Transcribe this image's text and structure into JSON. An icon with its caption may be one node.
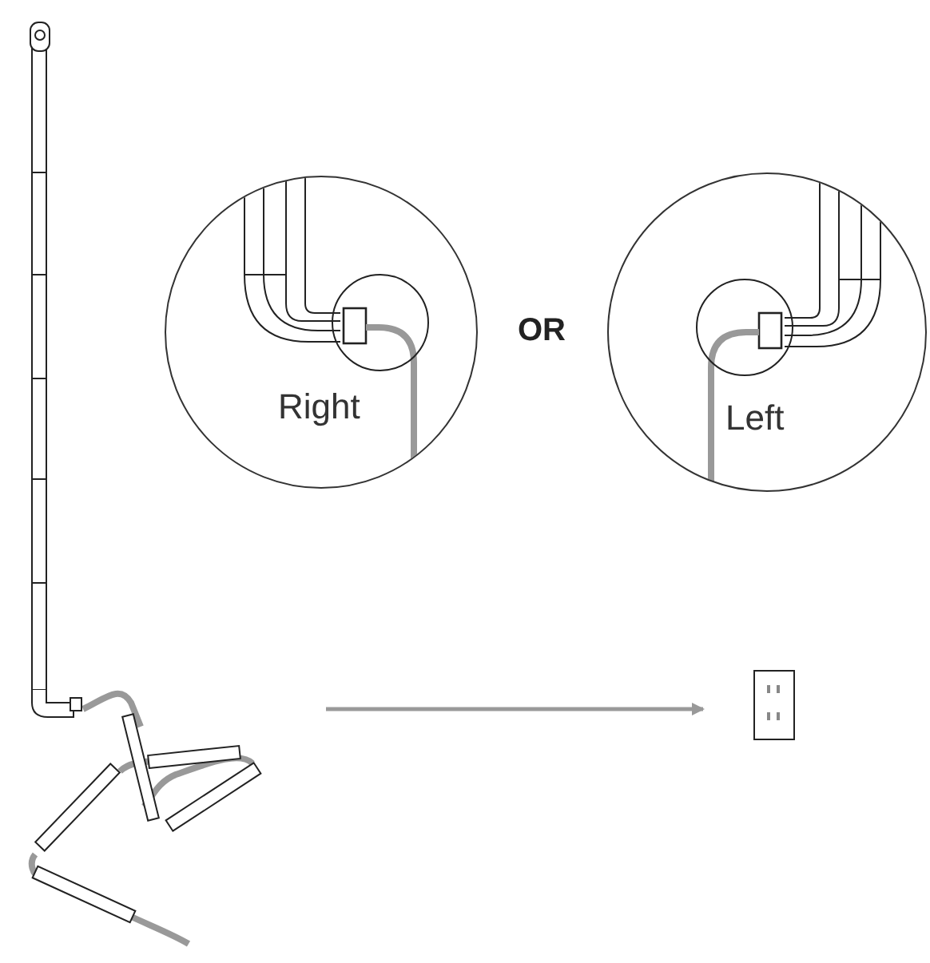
{
  "diagram": {
    "nodes": [
      {
        "text": [
          "Right"
        ]
      },
      {
        "text": [
          "Left"
        ]
      }
    ],
    "labels": [
      "OR"
    ]
  }
}
